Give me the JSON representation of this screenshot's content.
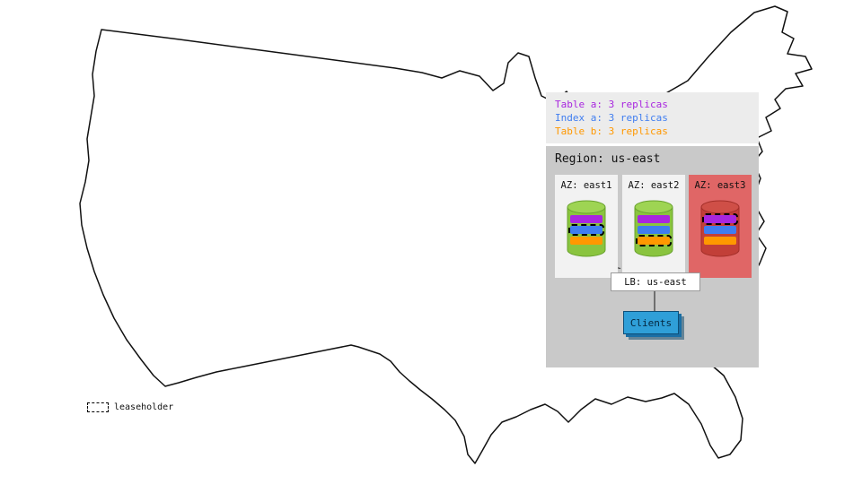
{
  "colors": {
    "table-a": "#a826df",
    "index-a": "#3f7df0",
    "table-b": "#ff9800",
    "cyl-green": "#8ac43f",
    "cyl-green-top": "#9ed453",
    "cyl-green-stroke": "#69a22e",
    "cyl-red": "#c23f38",
    "cyl-red-top": "#cf4f47",
    "cyl-red-stroke": "#a32f29",
    "az-down-bg": "#e06666",
    "region-bg": "#c9c9c9",
    "legend-bg": "#ececec",
    "az-bg": "#f2f2f2",
    "clients-bg": "#2f9fd8",
    "clients-shadow": "#1a6fa5"
  },
  "replica_legend": {
    "lines": [
      {
        "label": "Table a: 3 replicas"
      },
      {
        "label": "Index a: 3 replicas"
      },
      {
        "label": "Table b: 3 replicas"
      }
    ]
  },
  "region": {
    "title": "Region: us-east",
    "azs": [
      {
        "label": "AZ: east1"
      },
      {
        "label": "AZ: east2"
      },
      {
        "label": "AZ: east3"
      }
    ],
    "lb_label": "LB: us-east",
    "clients_label": "Clients"
  },
  "map_legend": {
    "label": "leaseholder"
  }
}
